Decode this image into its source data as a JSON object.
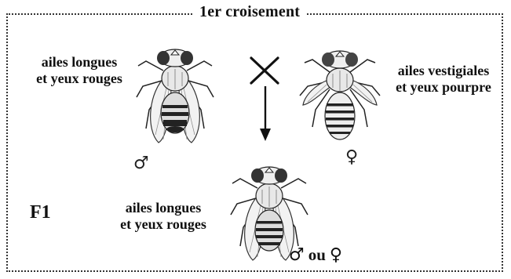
{
  "frame": {
    "title": "1er croisement"
  },
  "parents": {
    "male": {
      "line1": "ailes longues",
      "line2": "et yeux rouges",
      "sex_symbol": "♂"
    },
    "female": {
      "line1": "ailes vestigiales",
      "line2": "et yeux pourpre",
      "sex_symbol": "♀"
    }
  },
  "offspring": {
    "generation": "F1",
    "line1": "ailes longues",
    "line2": "et yeux rouges",
    "male_symbol": "♂",
    "conjunction": "ou",
    "female_symbol": "♀"
  }
}
